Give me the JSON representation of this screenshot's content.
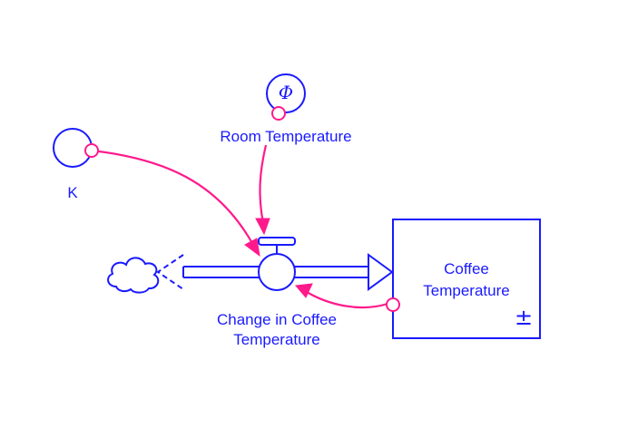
{
  "diagram": {
    "stock": {
      "name_line1": "Coffee",
      "name_line2": "Temperature",
      "sign": "±"
    },
    "flow": {
      "name_line1": "Change in Coffee",
      "name_line2": "Temperature"
    },
    "auxiliaries": {
      "room_temperature": {
        "name": "Room Temperature",
        "symbol": "Φ"
      },
      "k": {
        "name": "K"
      }
    },
    "source": {
      "icon": "cloud-icon"
    },
    "colors": {
      "structure": "#1a1aff",
      "links": "#ff1a8c"
    }
  }
}
